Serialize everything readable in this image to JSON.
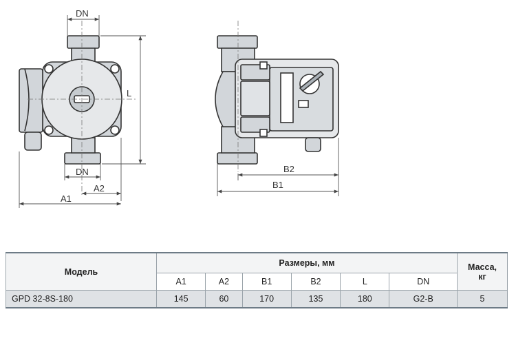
{
  "drawing": {
    "labels": {
      "dn_top": "DN",
      "dn_bottom": "DN",
      "l": "L",
      "a1": "A1",
      "a2": "A2",
      "b1": "B1",
      "b2": "B2"
    }
  },
  "table": {
    "model_header": "Модель",
    "dimensions_header": "Размеры, мм",
    "mass_header_line1": "Масса,",
    "mass_header_line2": "кг",
    "dimension_columns": [
      "A1",
      "A2",
      "B1",
      "B2",
      "L",
      "DN"
    ],
    "rows": [
      {
        "model": "GPD 32-8S-180",
        "values": [
          "145",
          "60",
          "170",
          "135",
          "180",
          "G2-B"
        ],
        "mass": "5"
      }
    ]
  }
}
